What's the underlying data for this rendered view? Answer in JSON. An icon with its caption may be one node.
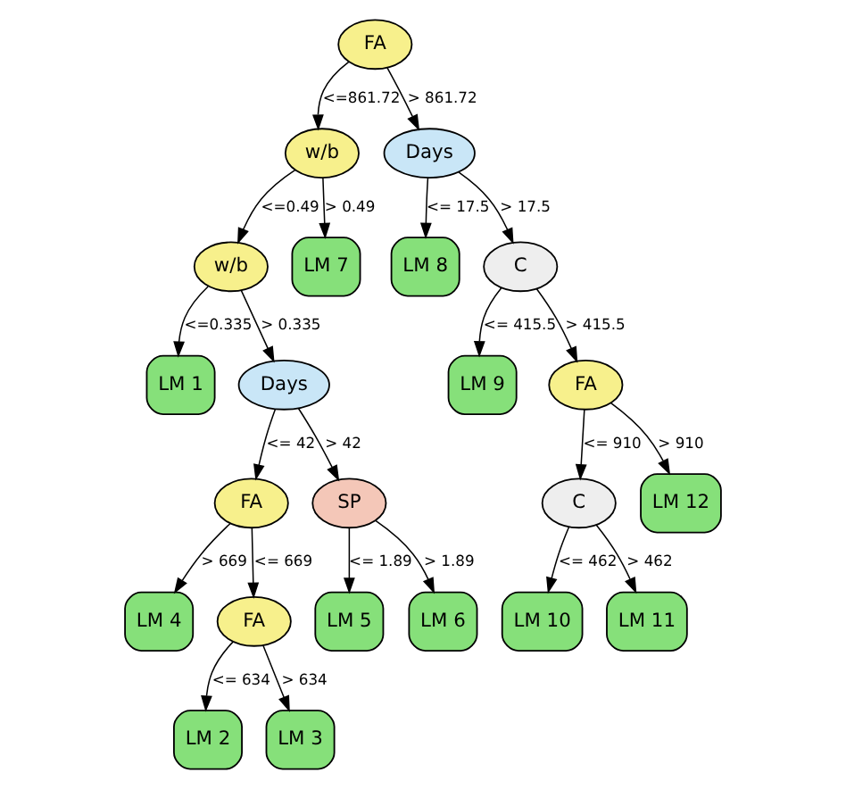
{
  "diagram": {
    "nodes": [
      {
        "text": [
          "FA"
        ]
      },
      {
        "text": [
          "w/b"
        ]
      },
      {
        "text": [
          "Days"
        ]
      },
      {
        "text": [
          "w/b"
        ]
      },
      {
        "text": [
          "LM 7"
        ]
      },
      {
        "text": [
          "LM 8"
        ]
      },
      {
        "text": [
          "C"
        ]
      },
      {
        "text": [
          "LM 1"
        ]
      },
      {
        "text": [
          "Days"
        ]
      },
      {
        "text": [
          "LM 9"
        ]
      },
      {
        "text": [
          "FA"
        ]
      },
      {
        "text": [
          "FA"
        ]
      },
      {
        "text": [
          "SP"
        ]
      },
      {
        "text": [
          "LM 4"
        ]
      },
      {
        "text": [
          "LM 5"
        ]
      },
      {
        "text": [
          "LM 6"
        ]
      },
      {
        "text": [
          "C"
        ]
      },
      {
        "text": [
          "LM 12"
        ]
      },
      {
        "text": [
          "FA"
        ]
      },
      {
        "text": [
          "LM 10"
        ]
      },
      {
        "text": [
          "LM 11"
        ]
      },
      {
        "text": [
          "LM 2"
        ]
      },
      {
        "text": [
          "LM 3"
        ]
      }
    ],
    "edges": [
      {
        "from": 0,
        "to": 1,
        "arrow": "to",
        "label": "<=861.72"
      },
      {
        "from": 0,
        "to": 2,
        "arrow": "to",
        "label": "> 861.72"
      },
      {
        "from": 1,
        "to": 3,
        "arrow": "to",
        "label": "<=0.49"
      },
      {
        "from": 1,
        "to": 4,
        "arrow": "to",
        "label": "> 0.49"
      },
      {
        "from": 2,
        "to": 5,
        "arrow": "to",
        "label": "<= 17.5"
      },
      {
        "from": 2,
        "to": 6,
        "arrow": "to",
        "label": "> 17.5"
      },
      {
        "from": 3,
        "to": 7,
        "arrow": "to",
        "label": "<=0.335"
      },
      {
        "from": 3,
        "to": 8,
        "arrow": "to",
        "label": "> 0.335"
      },
      {
        "from": 6,
        "to": 9,
        "arrow": "to",
        "label": "<= 415.5"
      },
      {
        "from": 6,
        "to": 10,
        "arrow": "to",
        "label": "> 415.5"
      },
      {
        "from": 8,
        "to": 11,
        "arrow": "to",
        "label": "<= 42"
      },
      {
        "from": 8,
        "to": 12,
        "arrow": "to",
        "label": "> 42"
      },
      {
        "from": 11,
        "to": 18,
        "arrow": "to",
        "label": "<= 669"
      },
      {
        "from": 11,
        "to": 13,
        "arrow": "to",
        "label": "> 669"
      },
      {
        "from": 12,
        "to": 14,
        "arrow": "to",
        "label": "<= 1.89"
      },
      {
        "from": 12,
        "to": 15,
        "arrow": "to",
        "label": "> 1.89"
      },
      {
        "from": 10,
        "to": 16,
        "arrow": "to",
        "label": "<= 910"
      },
      {
        "from": 10,
        "to": 17,
        "arrow": "to",
        "label": "> 910"
      },
      {
        "from": 16,
        "to": 19,
        "arrow": "to",
        "label": "<= 462"
      },
      {
        "from": 16,
        "to": 20,
        "arrow": "to",
        "label": "> 462"
      },
      {
        "from": 18,
        "to": 21,
        "arrow": "to",
        "label": "<= 634"
      },
      {
        "from": 18,
        "to": 22,
        "arrow": "to",
        "label": "> 634"
      }
    ]
  }
}
